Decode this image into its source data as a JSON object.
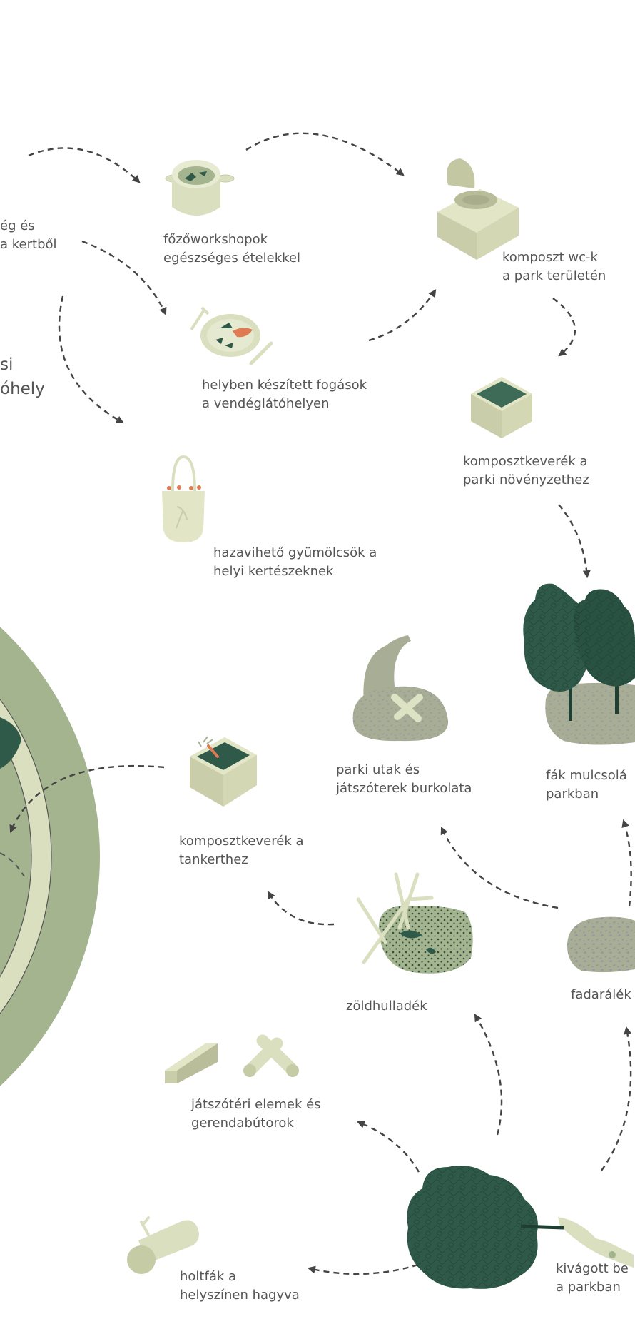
{
  "labels": {
    "produce_partial": [
      "ég és",
      "a kertből"
    ],
    "hospitality_partial": [
      "si",
      "óhely"
    ],
    "cooking_workshops": [
      "főzőworkshopok",
      "egészséges ételekkel"
    ],
    "compost_toilets": [
      "komposzt wc-k",
      "a park területén"
    ],
    "local_dishes": [
      "helyben készített fogások",
      "a vendéglátóhelyen"
    ],
    "compost_park": [
      "komposztkeverék a",
      "parki növényzethez"
    ],
    "take_home_fruit": [
      "hazavihető gyümölcsök a",
      "helyi kertészeknek"
    ],
    "paths_playgrounds": [
      "parki utak és",
      "játszóterek burkolata"
    ],
    "tree_mulching": [
      "fák mulcsolá",
      "parkban"
    ],
    "compost_garden": [
      "komposztkeverék a",
      "tankerthez"
    ],
    "green_waste": [
      "zöldhulladék"
    ],
    "wood_chips": [
      "fadarálék"
    ],
    "play_elements": [
      "játszótéri elemek és",
      "gerendabútorok"
    ],
    "deadwood": [
      "holtfák a",
      "helyszínen hagyva"
    ],
    "felled_trees": [
      "kivágott be",
      "a parkban"
    ]
  },
  "colors": {
    "text": "#555555",
    "arrow": "#444444",
    "dark_green": "#2f5a4a",
    "pale_green": "#d9dfbf",
    "sage": "#a3b48f",
    "gravel": "#a8ad95",
    "accent_orange": "#e07a52"
  }
}
